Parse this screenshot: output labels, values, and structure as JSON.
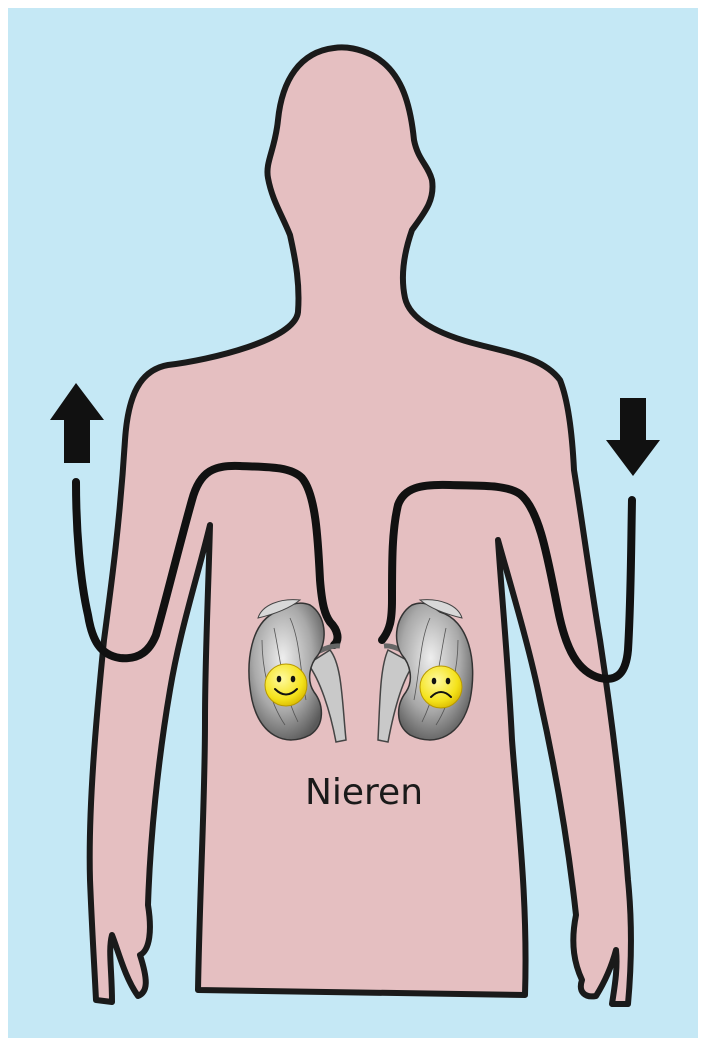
{
  "diagram": {
    "label_text": "Nieren",
    "colors": {
      "background": "#c5e8f5",
      "body_fill": "#e5bfc1",
      "outline": "#1a1a1a",
      "kidney": "#b8b8b8",
      "face": "#f4e21a"
    },
    "left_arrow": {
      "direction": "up",
      "icon": "arrow-up-icon"
    },
    "right_arrow": {
      "direction": "down",
      "icon": "arrow-down-icon"
    },
    "left_kidney": {
      "mood": "happy",
      "icon": "smiley-happy-icon"
    },
    "right_kidney": {
      "mood": "sad",
      "icon": "smiley-sad-icon"
    }
  }
}
